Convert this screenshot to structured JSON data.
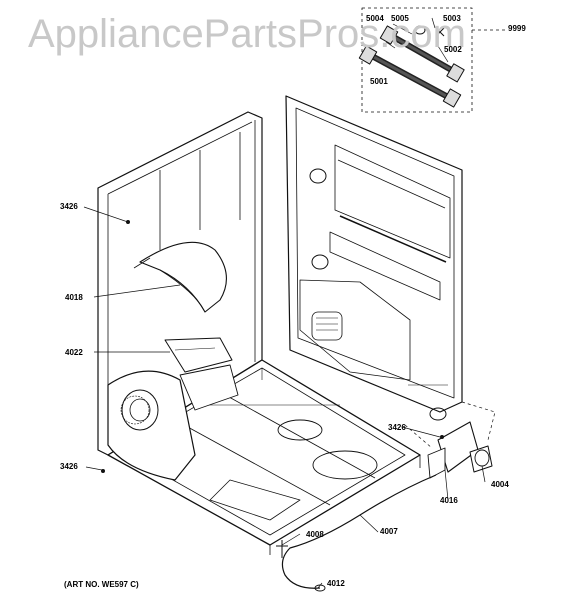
{
  "watermark": "AppliancePartsPros.com",
  "art_number": "(ART NO. WE597 C)",
  "parts": {
    "p5004": "5004",
    "p5005": "5005",
    "p5003": "5003",
    "p9999": "9999",
    "p5002": "5002",
    "p5001": "5001",
    "p3426_a": "3426",
    "p4018": "4018",
    "p4022": "4022",
    "p3426_b": "3426",
    "p3426_c": "3426",
    "p4016": "4016",
    "p4004": "4004",
    "p4008": "4008",
    "p4007": "4007",
    "p4012": "4012"
  }
}
